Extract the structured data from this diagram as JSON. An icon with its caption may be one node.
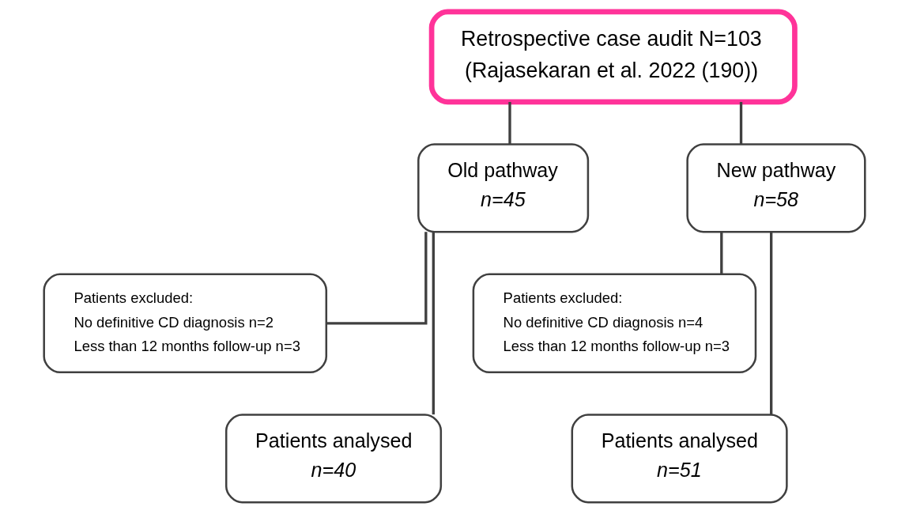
{
  "diagram": {
    "nodes": [
      {
        "text": [
          "Retrospective case audit N=103",
          "(Rajasekaran et al. 2022 (190))"
        ]
      },
      {
        "text": [
          "Old pathway",
          "n=45"
        ]
      },
      {
        "text": [
          "New pathway",
          "n=58"
        ]
      },
      {
        "text": [
          "Patients excluded:",
          "No definitive CD diagnosis n=2",
          "Less than 12 months follow-up n=3"
        ]
      },
      {
        "text": [
          "Patients analysed",
          "n=40"
        ]
      },
      {
        "text": [
          "Patients excluded:",
          "No definitive CD diagnosis n=4",
          "Less than 12 months follow-up n=3"
        ]
      },
      {
        "text": [
          "Patients analysed",
          "n=51"
        ]
      }
    ],
    "edges": [
      {
        "from": 0,
        "to": 1,
        "arrow": "none"
      },
      {
        "from": 0,
        "to": 2,
        "arrow": "none"
      },
      {
        "from": 1,
        "to": 3,
        "arrow": "none"
      },
      {
        "from": 1,
        "to": 4,
        "arrow": "none"
      },
      {
        "from": 2,
        "to": 5,
        "arrow": "none"
      },
      {
        "from": 2,
        "to": 6,
        "arrow": "none"
      }
    ]
  }
}
